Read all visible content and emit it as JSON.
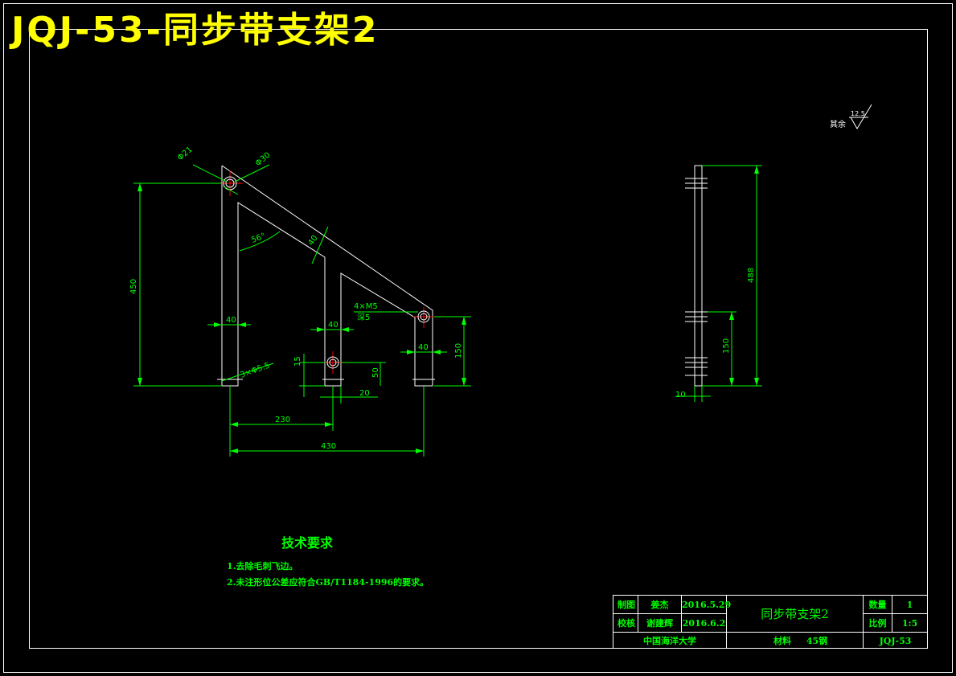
{
  "title": "JQJ-53-同步带支架2",
  "front_view": {
    "dims": {
      "d21": "Φ21",
      "d30": "Φ30",
      "angle": "56°",
      "width_slant": "40",
      "height_total": "450",
      "width_left": "40",
      "width_mid": "40",
      "width_right": "40",
      "holes_thread": "4×M5",
      "holes_depth": "深5",
      "holes_bottom": "3×Φ5.5",
      "dim15": "15",
      "dim50": "50",
      "dim20": "20",
      "dim150": "150",
      "dist230": "230",
      "dist430": "430"
    }
  },
  "side_view": {
    "dims": {
      "height": "488",
      "lower": "150",
      "thickness": "10"
    }
  },
  "roughness": {
    "label": "其余",
    "value": "12.5"
  },
  "tech_requirements": {
    "heading": "技术要求",
    "items": [
      "1.去除毛刺飞边。",
      "2.未注形位公差应符合GB/T1184-1996的要求。"
    ]
  },
  "title_block": {
    "drawn_label": "制图",
    "drawn_name": "姜杰",
    "drawn_date": "2016.5.29",
    "checked_label": "校核",
    "checked_name": "谢建辉",
    "checked_date": "2016.6.2",
    "part_name": "同步带支架2",
    "qty_label": "数量",
    "qty_value": "1",
    "scale_label": "比例",
    "scale_value": "1:5",
    "school": "中国海洋大学",
    "material_label": "材料",
    "material_value": "45钢",
    "drawing_no": "JQJ-53"
  }
}
